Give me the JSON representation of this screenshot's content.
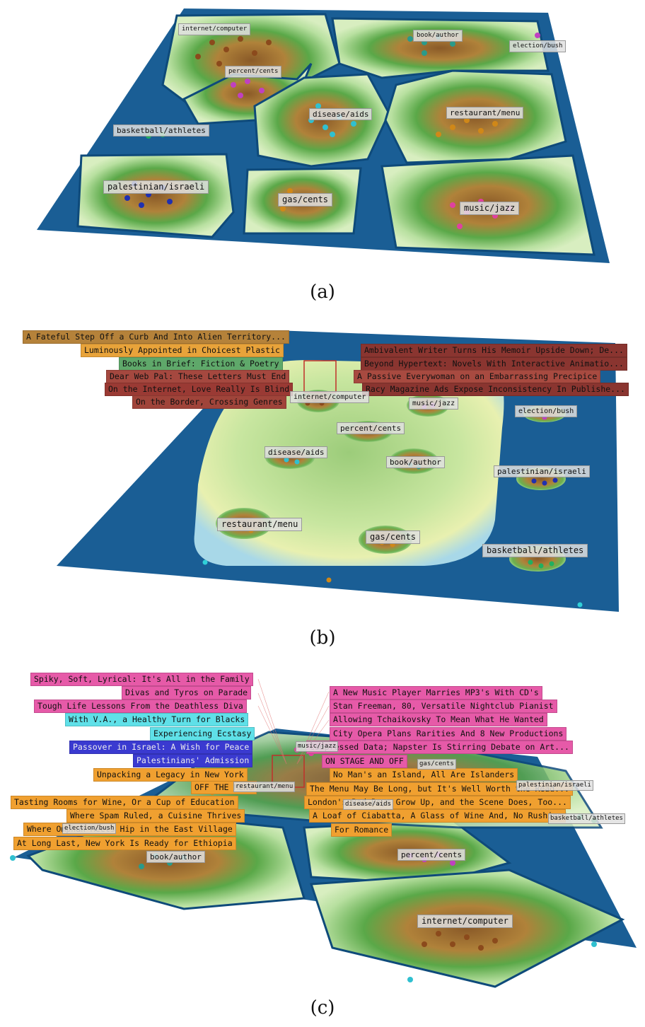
{
  "panels": [
    {
      "caption": "(a)",
      "topics": [
        {
          "label": "internet/computer"
        },
        {
          "label": "book/author"
        },
        {
          "label": "election/bush"
        },
        {
          "label": "percent/cents"
        },
        {
          "label": "disease/aids"
        },
        {
          "label": "restaurant/menu"
        },
        {
          "label": "basketball/athletes"
        },
        {
          "label": "palestinian/israeli"
        },
        {
          "label": "gas/cents"
        },
        {
          "label": "music/jazz"
        }
      ]
    },
    {
      "caption": "(b)",
      "topics": [
        {
          "label": "internet/computer"
        },
        {
          "label": "music/jazz"
        },
        {
          "label": "election/bush"
        },
        {
          "label": "percent/cents"
        },
        {
          "label": "disease/aids"
        },
        {
          "label": "book/author"
        },
        {
          "label": "palestinian/israeli"
        },
        {
          "label": "restaurant/menu"
        },
        {
          "label": "gas/cents"
        },
        {
          "label": "basketball/athletes"
        }
      ],
      "documents_left": [
        {
          "title": "A Fateful Step Off a Curb And Into Alien Territory...",
          "color": "#b5823a"
        },
        {
          "title": "Luminously Appointed in Choicest Plastic",
          "color": "#e8a33a"
        },
        {
          "title": "Books in Brief: Fiction & Poetry",
          "color": "#5fa86a"
        },
        {
          "title": "Dear Web Pal: These Letters Must End",
          "color": "#a5483f"
        },
        {
          "title": "On the Internet, Love Really Is Blind",
          "color": "#9a3a34"
        },
        {
          "title": "On the Border, Crossing Genres",
          "color": "#a0443a"
        }
      ],
      "documents_right": [
        {
          "title": "Ambivalent Writer Turns His Memoir Upside Down; De...",
          "color": "#8a3530"
        },
        {
          "title": "Beyond Hypertext: Novels With Interactive Animatio...",
          "color": "#8a3530"
        },
        {
          "title": "A Passive Everywoman on an Embarrassing Precipice",
          "color": "#a84a40"
        },
        {
          "title": "Racy Magazine Ads Expose Inconsistency In Publishe...",
          "color": "#8a3530"
        }
      ]
    },
    {
      "caption": "(c)",
      "topics": [
        {
          "label": "music/jazz"
        },
        {
          "label": "gas/cents"
        },
        {
          "label": "palestinian/israeli"
        },
        {
          "label": "restaurant/menu"
        },
        {
          "label": "disease/aids"
        },
        {
          "label": "basketball/athletes"
        },
        {
          "label": "election/bush"
        },
        {
          "label": "book/author"
        },
        {
          "label": "percent/cents"
        },
        {
          "label": "internet/computer"
        }
      ],
      "documents_left": [
        {
          "title": "Spiky, Soft, Lyrical: It's All in the Family",
          "color": "#e65aa8"
        },
        {
          "title": "Divas and Tyros on Parade",
          "color": "#e65aa8"
        },
        {
          "title": "Tough Life Lessons From the Deathless Diva",
          "color": "#e65aa8"
        },
        {
          "title": "With V.A., a Healthy Turn for Blacks",
          "color": "#5fe0e8"
        },
        {
          "title": "Experiencing Ecstasy",
          "color": "#5fe0e8"
        },
        {
          "title": "Passover in Israel: A Wish for Peace",
          "color": "#3a3ad0"
        },
        {
          "title": "Palestinians' Admission",
          "color": "#3a3ad0"
        },
        {
          "title": "Unpacking a Legacy in New York",
          "color": "#f0a030"
        },
        {
          "title": "OFF THE MENU",
          "color": "#f0a030"
        },
        {
          "title": "Tasting Rooms for Wine, Or a Cup of Education",
          "color": "#f0a030"
        },
        {
          "title": "Where Spam Ruled, a Cuisine Thrives",
          "color": "#f0a030"
        },
        {
          "title": "Where Omphan Meets Hip in the East Village",
          "color": "#f0a030"
        },
        {
          "title": "At Long Last, New York Is Ready for Ethiopia",
          "color": "#f0a030"
        }
      ],
      "documents_right": [
        {
          "title": "A New Music Player Marries MP3's With CD's",
          "color": "#e65aa8"
        },
        {
          "title": "Stan Freeman, 80, Versatile Nightclub Pianist",
          "color": "#e65aa8"
        },
        {
          "title": "Allowing Tchaikovsky To Mean What He Wanted",
          "color": "#e65aa8"
        },
        {
          "title": "City Opera Plans Rarities And 8 New Productions",
          "color": "#e65aa8"
        },
        {
          "title": "Compressed Data; Napster Is Stirring Debate on Art...",
          "color": "#e65aa8"
        },
        {
          "title": "ON STAGE AND OFF",
          "color": "#e65aa8"
        },
        {
          "title": "No Man's an Island, All Are Islanders",
          "color": "#f0a030"
        },
        {
          "title": "The Menu May Be Long, but It's Well Worth the Read...",
          "color": "#f0a030"
        },
        {
          "title": "London's Bad Boys Grow Up, and the Scene Does, Too...",
          "color": "#f0a030"
        },
        {
          "title": "A Loaf of Ciabatta, A Glass of Wine And, No Rushing",
          "color": "#f0a030"
        },
        {
          "title": "For Romance",
          "color": "#f0a030"
        }
      ]
    }
  ],
  "colors": {
    "sea": "#1a5e95",
    "lowland": "#b8e0a0",
    "highland": "#5aa848",
    "peak": "#8a5a28"
  }
}
